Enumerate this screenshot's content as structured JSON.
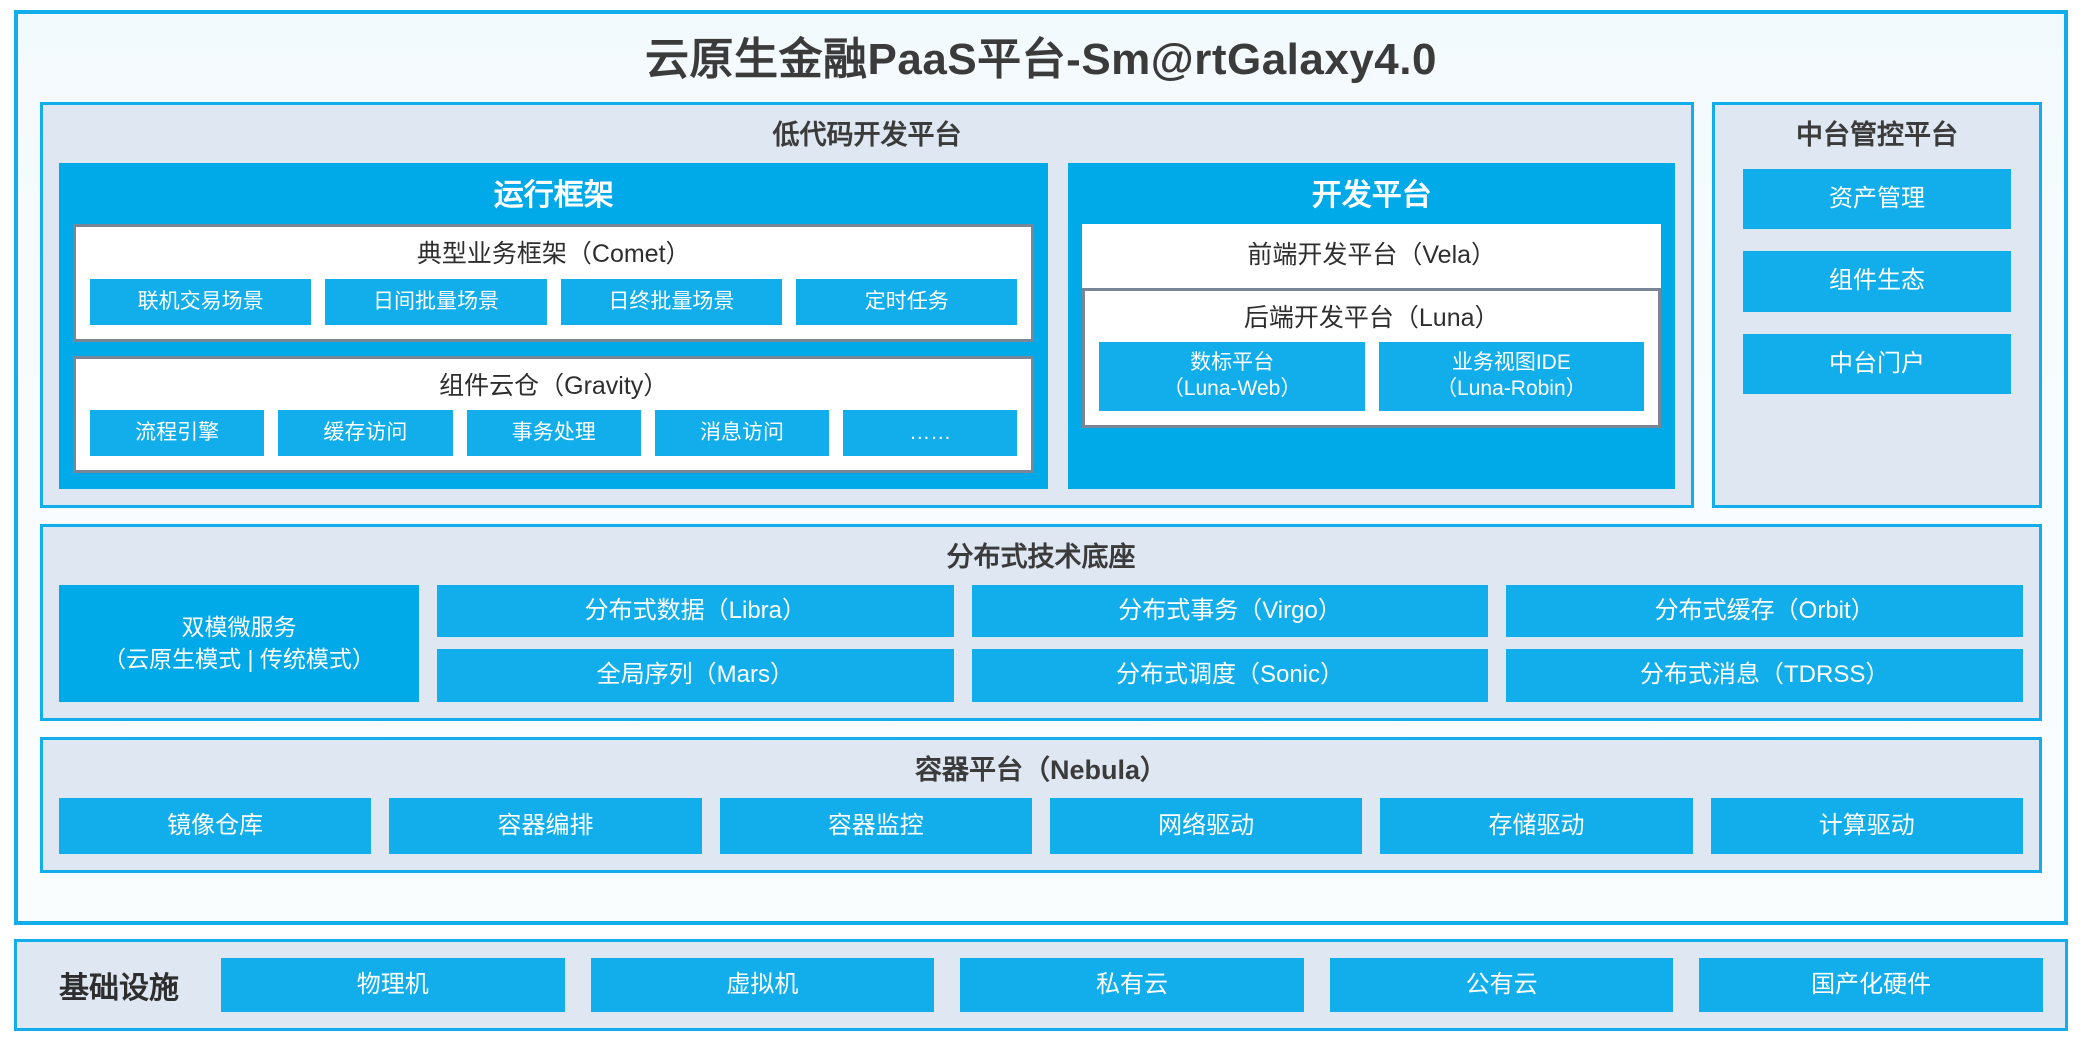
{
  "title": "云原生金融PaaS平台-Sm@rtGalaxy4.0",
  "colors": {
    "accent_blue": "#12AEEB",
    "deep_blue": "#00A9E8",
    "panel_bg": "#DEE7F2",
    "card_border_grey": "#7A8595",
    "frame_bg": "#F7FCFE",
    "text_dark": "#3b3b3b"
  },
  "lowcode": {
    "title": "低代码开发平台",
    "runtime": {
      "title": "运行框架",
      "comet": {
        "title": "典型业务框架（Comet）",
        "items": [
          "联机交易场景",
          "日间批量场景",
          "日终批量场景",
          "定时任务"
        ]
      },
      "gravity": {
        "title": "组件云仓（Gravity）",
        "items": [
          "流程引擎",
          "缓存访问",
          "事务处理",
          "消息访问",
          "……"
        ]
      }
    },
    "devplatform": {
      "title": "开发平台",
      "frontend": "前端开发平台（Vela）",
      "backend": {
        "title": "后端开发平台（Luna）",
        "items": [
          {
            "name": "数标平台",
            "sub": "（Luna-Web）"
          },
          {
            "name": "业务视图IDE",
            "sub": "（Luna-Robin）"
          }
        ]
      }
    }
  },
  "midplatform": {
    "title": "中台管控平台",
    "items": [
      "资产管理",
      "组件生态",
      "中台门户"
    ]
  },
  "dtb": {
    "title": "分布式技术底座",
    "highlight": {
      "line1": "双模微服务",
      "line2": "（云原生模式 | 传统模式）"
    },
    "columns": [
      {
        "top": "分布式数据（Libra）",
        "bottom": "全局序列（Mars）"
      },
      {
        "top": "分布式事务（Virgo）",
        "bottom": "分布式调度（Sonic）"
      },
      {
        "top": "分布式缓存（Orbit）",
        "bottom": "分布式消息（TDRSS）"
      }
    ]
  },
  "container": {
    "title": "容器平台（Nebula）",
    "items": [
      "镜像仓库",
      "容器编排",
      "容器监控",
      "网络驱动",
      "存储驱动",
      "计算驱动"
    ]
  },
  "infrastructure": {
    "label": "基础设施",
    "items": [
      "物理机",
      "虚拟机",
      "私有云",
      "公有云",
      "国产化硬件"
    ]
  }
}
